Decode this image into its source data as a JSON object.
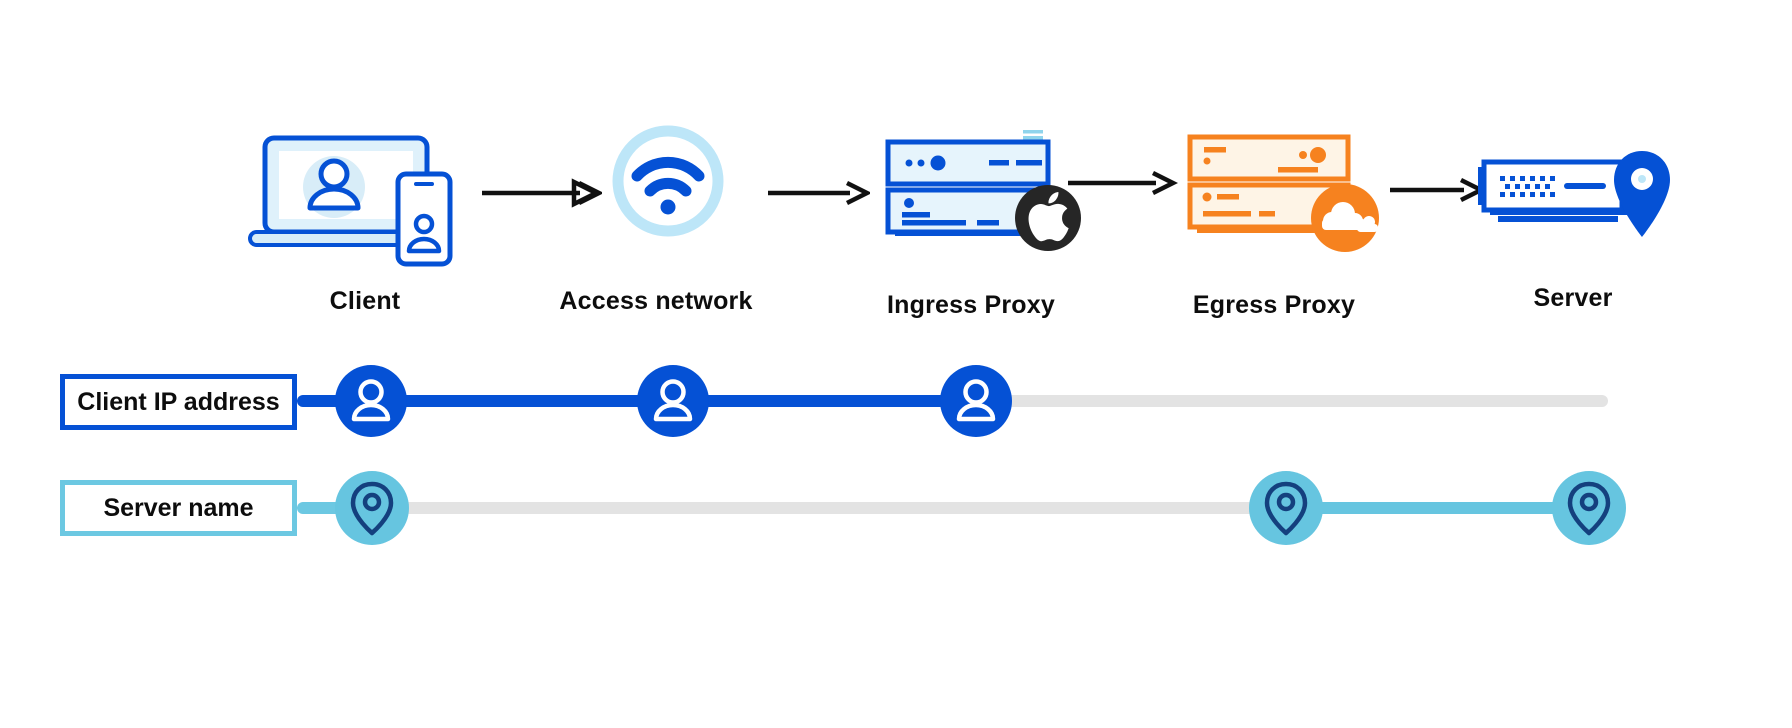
{
  "flow": {
    "nodes": [
      {
        "id": "client",
        "label": "Client",
        "icon": "laptop-phone-user-icon"
      },
      {
        "id": "access-network",
        "label": "Access network",
        "icon": "wifi-icon"
      },
      {
        "id": "ingress-proxy",
        "label": "Ingress Proxy",
        "icon": "server-rack-icon",
        "badge": "apple-logo-badge"
      },
      {
        "id": "egress-proxy",
        "label": "Egress Proxy",
        "icon": "server-rack-icon",
        "badge": "cloudflare-logo-badge"
      },
      {
        "id": "server",
        "label": "Server",
        "icon": "server-location-pin-icon"
      }
    ],
    "connector": "black-arrow"
  },
  "tracks": [
    {
      "id": "client-ip",
      "label": "Client IP address",
      "marker_icon": "user-icon",
      "visible_at": [
        "Client",
        "Access network",
        "Ingress Proxy"
      ],
      "color": "#0551D5"
    },
    {
      "id": "server-name",
      "label": "Server name",
      "marker_icon": "location-pin-icon",
      "visible_at": [
        "Client",
        "Egress Proxy",
        "Server"
      ],
      "color": "#66C5E0"
    }
  ],
  "colors": {
    "primary_blue": "#0551D5",
    "light_blue_fill": "#D8EDF8",
    "server_fill": "#E6F4FC",
    "wifi_ring": "#BDE6F8",
    "sky_blue": "#66C5E0",
    "sky_border": "#6CC8E2",
    "navy_pin": "#14407E",
    "orange": "#F6821F",
    "orange_fill": "#FEF4E6",
    "gray_line": "#E3E3E3",
    "arrow_black": "#111111",
    "apple_badge": "#262626"
  }
}
